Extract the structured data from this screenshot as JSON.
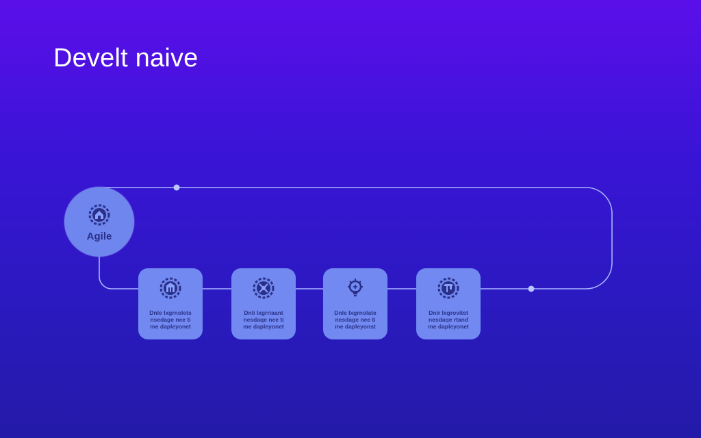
{
  "title": "Develt naive",
  "colors": {
    "background_top": "#5b0fea",
    "background_bottom": "#241aa8",
    "node_fill": "#7189f0",
    "node_text": "#2b3289",
    "connector": "#a7b6ff"
  },
  "start_node": {
    "label": "Agile",
    "icon": "house-gear-icon"
  },
  "steps": [
    {
      "icon": "building-gear-icon",
      "lines": [
        "Dnle Ixgrnolets",
        "nsedage nee ti",
        "me dapleyonet"
      ]
    },
    {
      "icon": "tools-gear-icon",
      "lines": [
        "Dnli Ixgrriaant",
        "nesdaqe nee ti",
        "me dapleyonet"
      ]
    },
    {
      "icon": "lightbulb-tools-icon",
      "lines": [
        "Dnle Ixgrnolate",
        "nesdage nee ti",
        "me dapleyonst"
      ]
    },
    {
      "icon": "crane-gear-icon",
      "lines": [
        "Dnir Ixgrovitet",
        "nesdaqe rtand",
        "me dapleyonet"
      ]
    }
  ]
}
